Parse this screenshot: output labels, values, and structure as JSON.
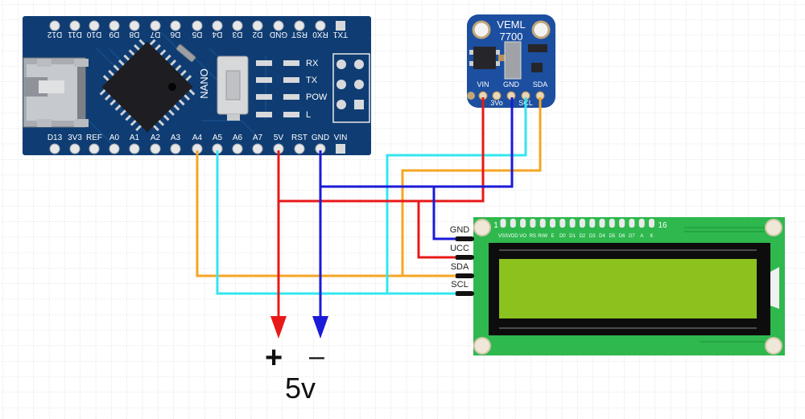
{
  "diagram": {
    "title": "Arduino Nano + VEML7700 + I2C LCD1602 wiring",
    "grid_color": "#c8c8c8",
    "wire_colors": {
      "scl": "#33e6f0",
      "sda": "#f5a623",
      "vcc": "#e81818",
      "gnd": "#1a1ad8"
    }
  },
  "nano": {
    "name_label": "NANO",
    "top_pins": [
      "D12",
      "D11",
      "D10",
      "D9",
      "D8",
      "D7",
      "D6",
      "D5",
      "D4",
      "D3",
      "D2",
      "GND",
      "RST",
      "RX0",
      "TX1"
    ],
    "bottom_pins": [
      "D13",
      "3V3",
      "REF",
      "A0",
      "A1",
      "A2",
      "A3",
      "A4",
      "A5",
      "A6",
      "A7",
      "5V",
      "RST",
      "GND",
      "VIN"
    ],
    "leds": [
      "RX",
      "TX",
      "POW",
      "L"
    ]
  },
  "veml": {
    "title_line1": "VEML",
    "title_line2": "7700",
    "top_pin_labels": [
      "VIN",
      "GND",
      "SDA"
    ],
    "bottom_pin_labels": [
      "3Vo",
      "SCL"
    ]
  },
  "lcd": {
    "pin_first": "1",
    "pin_last": "16",
    "pin_labels": [
      "VSS",
      "VDD",
      "VO",
      "RS",
      "R/W",
      "E",
      "D0",
      "D1",
      "D2",
      "D3",
      "D4",
      "D5",
      "D6",
      "D7",
      "A",
      "K"
    ],
    "i2c_pins": [
      "GND",
      "UCC",
      "SDA",
      "SCL"
    ]
  },
  "power": {
    "plus": "+",
    "minus": "–",
    "voltage": "5v"
  }
}
